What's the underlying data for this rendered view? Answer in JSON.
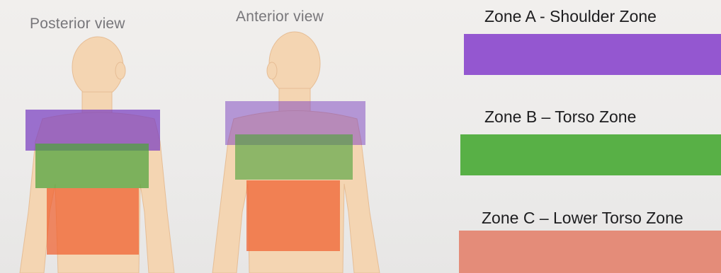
{
  "views": {
    "posterior_label": "Posterior view",
    "anterior_label": "Anterior view"
  },
  "legend": {
    "zone_a": {
      "label": "Zone A - Shoulder Zone",
      "color": "#9457d0"
    },
    "zone_b": {
      "label": "Zone B – Torso Zone",
      "color": "#58b046"
    },
    "zone_c": {
      "label": "Zone C – Lower Torso Zone",
      "color": "#e48c79"
    }
  },
  "overlay_colors": {
    "zone_a": "#7a3fc0",
    "zone_b": "#4ea33a",
    "zone_c": "#f0602e"
  },
  "skin_color": "#f4d5b2"
}
